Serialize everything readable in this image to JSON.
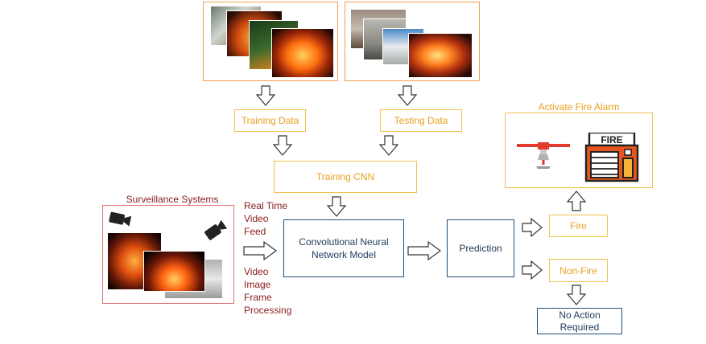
{
  "training_data_label": "Training Data",
  "testing_data_label": "Testing Data",
  "training_cnn_label": "Training CNN",
  "surveillance_title": "Surveillance Systems",
  "real_time_lines": [
    "Real Time",
    "Video",
    "Feed"
  ],
  "video_lines": [
    "Video",
    "Image",
    "Frame",
    "Processing"
  ],
  "cnn_model_lines": [
    "Convolutional Neural",
    "Network Model"
  ],
  "prediction_label": "Prediction",
  "fire_label": "Fire",
  "non_fire_label": "Non-Fire",
  "no_action_lines": [
    "No Action",
    "Required"
  ],
  "alarm_title": "Activate Fire Alarm",
  "fire_station_sign": "FIRE",
  "colors": {
    "accent_yellow": "#e8a020",
    "dark_blue": "#1f3b5c",
    "dark_red": "#8b1a1a",
    "orange_border": "#f0a050"
  },
  "icons": [
    "video-camera-icon",
    "sprinkler-icon",
    "fire-station-icon"
  ]
}
